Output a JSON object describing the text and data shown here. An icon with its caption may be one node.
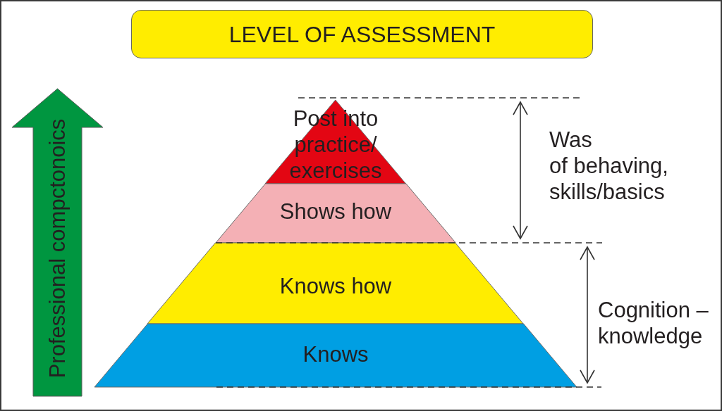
{
  "diagram": {
    "nodes": [
      {
        "text": [
          "LEVEL OF ASSESSMENT"
        ]
      },
      {
        "text": [
          "Professional compctonoics"
        ]
      },
      {
        "text": [
          "Post into practice/ exercises"
        ]
      },
      {
        "text": [
          "Shows how"
        ]
      },
      {
        "text": [
          "Knows how"
        ]
      },
      {
        "text": [
          "Knows"
        ]
      }
    ],
    "labels": [
      "Was of behaving, skills/basics",
      "Cognition – knowledge"
    ]
  }
}
